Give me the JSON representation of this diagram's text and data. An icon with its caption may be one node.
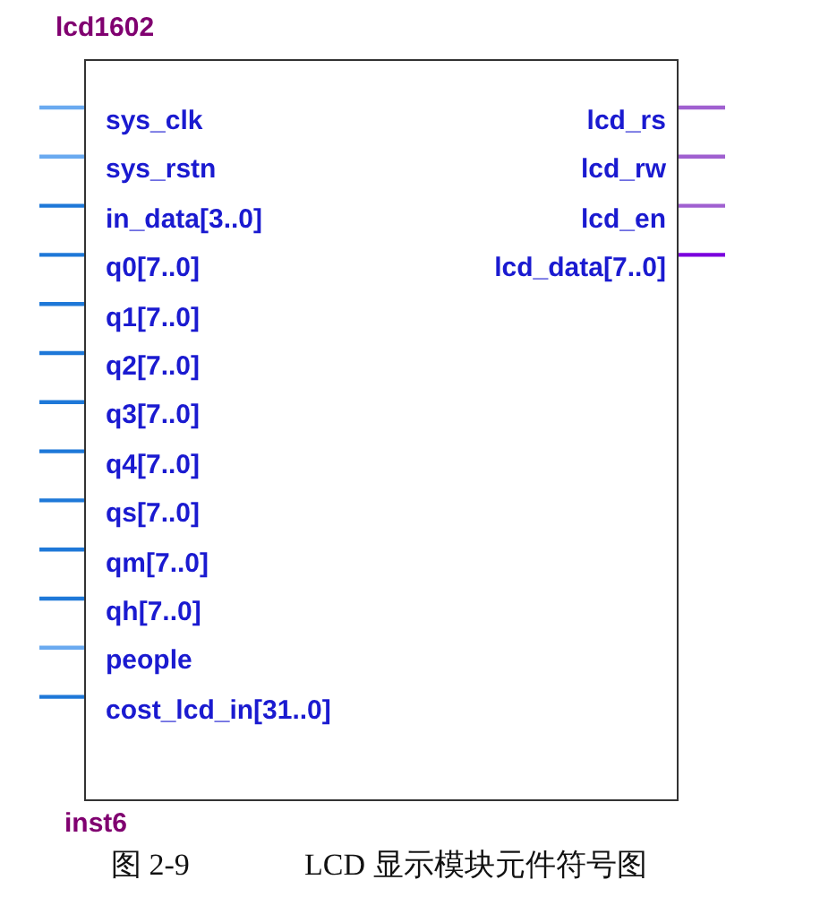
{
  "diagram": {
    "nodes": [
      {
        "text": [
          "lcd1602",
          "inst6"
        ]
      },
      {
        "text": [
          "sys_clk"
        ],
        "in": 0
      },
      {
        "text": [
          "sys_rstn"
        ],
        "in": 0
      },
      {
        "text": [
          "in_data[3..0]"
        ],
        "in": 0
      },
      {
        "text": [
          "q0[7..0]"
        ],
        "in": 0
      },
      {
        "text": [
          "q1[7..0]"
        ],
        "in": 0
      },
      {
        "text": [
          "q2[7..0]"
        ],
        "in": 0
      },
      {
        "text": [
          "q3[7..0]"
        ],
        "in": 0
      },
      {
        "text": [
          "q4[7..0]"
        ],
        "in": 0
      },
      {
        "text": [
          "qs[7..0]"
        ],
        "in": 0
      },
      {
        "text": [
          "qm[7..0]"
        ],
        "in": 0
      },
      {
        "text": [
          "qh[7..0]"
        ],
        "in": 0
      },
      {
        "text": [
          "people"
        ],
        "in": 0
      },
      {
        "text": [
          "cost_lcd_in[31..0]"
        ],
        "in": 0
      },
      {
        "text": [
          "lcd_rs"
        ],
        "in": 0
      },
      {
        "text": [
          "lcd_rw"
        ],
        "in": 0
      },
      {
        "text": [
          "lcd_en"
        ],
        "in": 0
      },
      {
        "text": [
          "lcd_data[7..0]"
        ],
        "in": 0
      }
    ],
    "edges": [
      {
        "from": null,
        "to": 1,
        "arrow": "none",
        "color": "#6aaaf0"
      },
      {
        "from": null,
        "to": 2,
        "arrow": "none",
        "color": "#6aaaf0"
      },
      {
        "from": null,
        "to": 3,
        "arrow": "none"
      },
      {
        "from": null,
        "to": 4,
        "arrow": "none"
      },
      {
        "from": null,
        "to": 5,
        "arrow": "none"
      },
      {
        "from": null,
        "to": 6,
        "arrow": "none"
      },
      {
        "from": null,
        "to": 7,
        "arrow": "none"
      },
      {
        "from": null,
        "to": 8,
        "arrow": "none"
      },
      {
        "from": null,
        "to": 9,
        "arrow": "none"
      },
      {
        "from": null,
        "to": 10,
        "arrow": "none"
      },
      {
        "from": null,
        "to": 11,
        "arrow": "none"
      },
      {
        "from": null,
        "to": 12,
        "arrow": "none",
        "color": "#6aaaf0"
      },
      {
        "from": null,
        "to": 13,
        "arrow": "none"
      },
      {
        "from": 14,
        "to": null,
        "arrow": "none",
        "color": "#a060d0"
      },
      {
        "from": 15,
        "to": null,
        "arrow": "none",
        "color": "#a060d0"
      },
      {
        "from": 16,
        "to": null,
        "arrow": "none",
        "color": "#a060d0"
      },
      {
        "from": 17,
        "to": null,
        "arrow": "none",
        "color": "#7a00dd"
      }
    ],
    "labels": [
      "图 2-9",
      "LCD 显示模块元件符号图"
    ]
  }
}
